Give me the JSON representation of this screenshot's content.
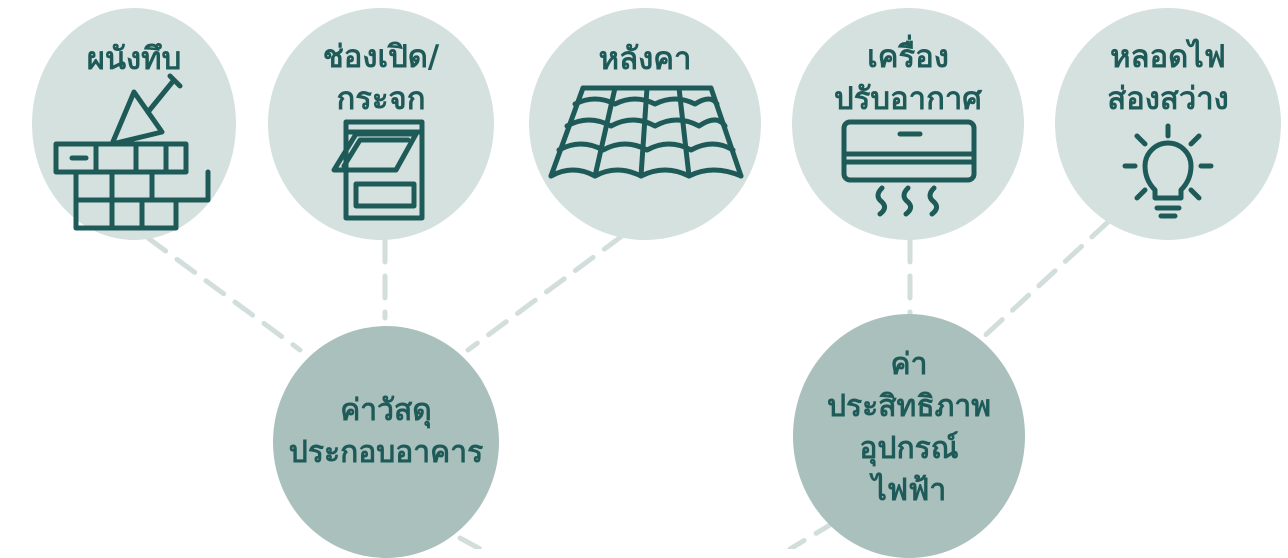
{
  "categories": [
    {
      "lines": [
        "ผนังทึบ"
      ],
      "icon": "brick-wall-trowel-icon"
    },
    {
      "lines": [
        "ช่องเปิด/",
        "กระจก"
      ],
      "icon": "window-icon"
    },
    {
      "lines": [
        "หลังคา"
      ],
      "icon": "roof-tiles-icon"
    },
    {
      "lines": [
        "เครื่อง",
        "ปรับอากาศ"
      ],
      "icon": "air-conditioner-icon"
    },
    {
      "lines": [
        "หลอดไฟ",
        "ส่องสว่าง"
      ],
      "icon": "light-bulb-icon"
    }
  ],
  "hubs": [
    {
      "lines": [
        "ค่าวัสดุ",
        "ประกอบอาคาร"
      ]
    },
    {
      "lines": [
        "ค่า",
        "ประสิทธิภาพ",
        "อุปกรณ์",
        "ไฟฟ้า"
      ]
    }
  ],
  "colors": {
    "category_circle": "#d5e1df",
    "hub_circle": "#a9c0bd",
    "text": "#1e5a58",
    "connector": "#d2dedc"
  }
}
